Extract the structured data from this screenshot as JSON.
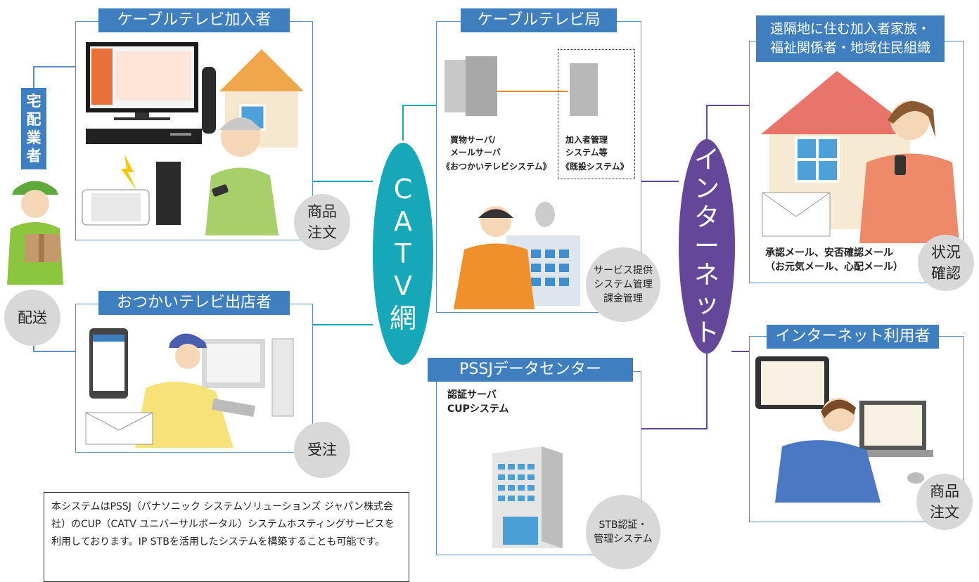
{
  "subscriber": {
    "title": "ケーブルテレビ加入者",
    "order": [
      "商品",
      "注文"
    ]
  },
  "delivery": {
    "title": [
      "宅",
      "配",
      "業",
      "者"
    ],
    "action": "配送"
  },
  "store": {
    "title": "おつかいテレビ出店者",
    "action": "受注"
  },
  "catv_network": {
    "label": [
      "C",
      "A",
      "T",
      "V",
      "網"
    ]
  },
  "station": {
    "title": "ケーブルテレビ局",
    "server_label_1": "買物サーバ/",
    "server_label_2": "メールサーバ",
    "server_system": "《おつかいテレビシステム》",
    "member_label_1": "加入者管理",
    "member_label_2": "システム等",
    "member_system": "《既設システム》",
    "services": [
      "サービス提供",
      "システム管理",
      "課金管理"
    ]
  },
  "datacenter": {
    "title": "PSSJデータセンター",
    "label_1": "認証サーバ",
    "label_2": "CUPシステム",
    "system": [
      "STB認証・",
      "管理システム"
    ]
  },
  "internet": {
    "label": [
      "イ",
      "ン",
      "タ",
      "ー",
      "ネ",
      "ッ",
      "ト"
    ]
  },
  "family": {
    "title_1": "遠隔地に住む加入者家族・",
    "title_2": "福祉関係者・地域住民組織",
    "mail_1": "承認メール、安否確認メール",
    "mail_2": "（お元気メール、心配メール）",
    "status": [
      "状況",
      "確認"
    ]
  },
  "internet_user": {
    "title": "インターネット利用者",
    "order": [
      "商品",
      "注文"
    ]
  },
  "note": "本システムはPSSJ（パナソニック システムソリューションズ ジャパン株式会社）のCUP（CATV ユニバーサルポータル）システムホスティングサービスを利用しております。IP STBを活用したシステムを構築することも可能です。",
  "colors": {
    "panel_border": "#5a8fc8",
    "title_bg": "#3f7fc0",
    "catv": "#16a8b8",
    "internet": "#65479a",
    "circle": "#d8d8d8"
  }
}
